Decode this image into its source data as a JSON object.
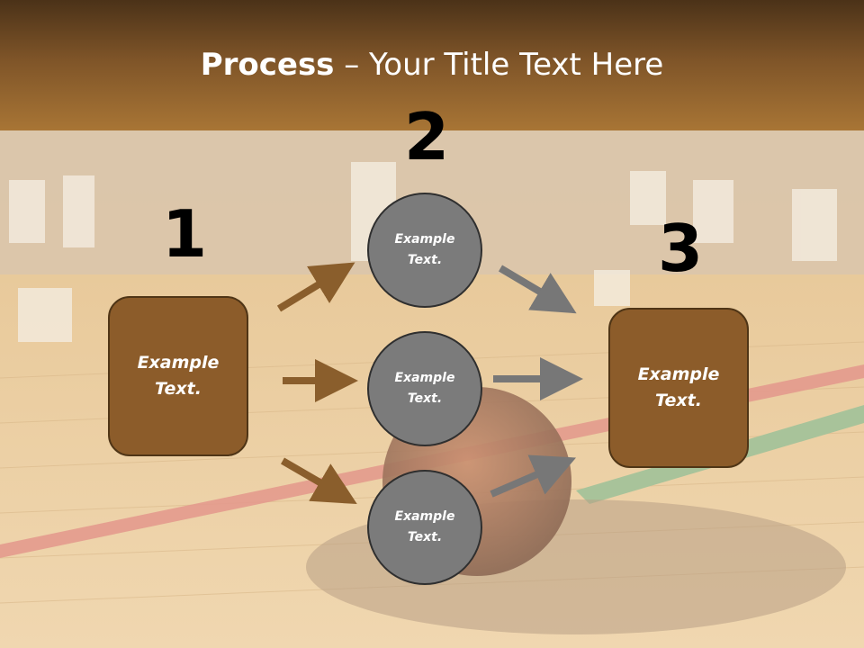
{
  "slide": {
    "title_bold": "Process",
    "title_rest": " – Your Title Text Here"
  },
  "steps": {
    "one": "1",
    "two": "2",
    "three": "3"
  },
  "left_box": {
    "text": "Example Text."
  },
  "right_box": {
    "text": "Example Text."
  },
  "circles": [
    {
      "text": "Example Text."
    },
    {
      "text": "Example Text."
    },
    {
      "text": "Example Text."
    }
  ],
  "colors": {
    "box_fill": "#8c5c2a",
    "circle_fill": "#7b7b7b",
    "arrow_brown": "#8a5e2c",
    "arrow_gray": "#777777"
  }
}
